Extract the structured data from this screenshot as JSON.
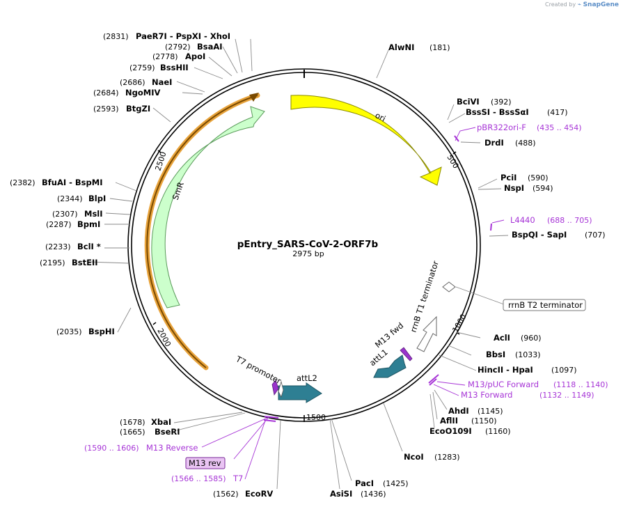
{
  "header": {
    "created_by": "Created by",
    "brand": "SnapGene"
  },
  "plasmid": {
    "name": "pEntry_SARS-CoV-2-ORF7b",
    "length_label": "2975 bp",
    "ticks": [
      "500",
      "1000",
      "1500",
      "2000",
      "2500"
    ]
  },
  "features": [
    {
      "label": "ori",
      "color": "#ffff00"
    },
    {
      "label": "SmR",
      "color": "#ccffcc"
    },
    {
      "label": "attL1",
      "color": "#2e7f93"
    },
    {
      "label": "attL2",
      "color": "#2e7f93"
    },
    {
      "label": "M13 fwd",
      "color": "#9933cc"
    },
    {
      "label": "T7 promoter",
      "color": "#ffffff"
    },
    {
      "label": "rrnB T1 terminator",
      "color": "#ffffff"
    },
    {
      "label": "rrnB T2 terminator",
      "color": "#ffffff"
    }
  ],
  "enzymes": [
    {
      "name": "AlwNI",
      "pos": "(181)"
    },
    {
      "name": "BciVI",
      "pos": "(392)"
    },
    {
      "name": "BssSI  -  BssSαI",
      "pos": "(417)"
    },
    {
      "name": "DrdI",
      "pos": "(488)"
    },
    {
      "name": "PciI",
      "pos": "(590)"
    },
    {
      "name": "NspI",
      "pos": "(594)"
    },
    {
      "name": "BspQI  -  SapI",
      "pos": "(707)"
    },
    {
      "name": "AclI",
      "pos": "(960)"
    },
    {
      "name": "BbsI",
      "pos": "(1033)"
    },
    {
      "name": "HincII  -  HpaI",
      "pos": "(1097)"
    },
    {
      "name": "AhdI",
      "pos": "(1145)"
    },
    {
      "name": "AflII",
      "pos": "(1150)"
    },
    {
      "name": "EcoO109I",
      "pos": "(1160)"
    },
    {
      "name": "NcoI",
      "pos": "(1283)"
    },
    {
      "name": "PacI",
      "pos": "(1425)"
    },
    {
      "name": "AsiSI",
      "pos": "(1436)"
    },
    {
      "name": "EcoRV",
      "pos": "(1562)"
    },
    {
      "name": "BseRI",
      "pos": "(1665)"
    },
    {
      "name": "XbaI",
      "pos": "(1678)"
    },
    {
      "name": "BspHI",
      "pos": "(2035)"
    },
    {
      "name": "BstEII",
      "pos": "(2195)"
    },
    {
      "name": "BclI *",
      "pos": "(2233)"
    },
    {
      "name": "BpmI",
      "pos": "(2287)"
    },
    {
      "name": "MslI",
      "pos": "(2307)"
    },
    {
      "name": "BlpI",
      "pos": "(2344)"
    },
    {
      "name": "BfuAI  -  BspMI",
      "pos": "(2382)"
    },
    {
      "name": "BtgZI",
      "pos": "(2593)"
    },
    {
      "name": "NgoMIV",
      "pos": "(2684)"
    },
    {
      "name": "NaeI",
      "pos": "(2686)"
    },
    {
      "name": "BssHII",
      "pos": "(2759)"
    },
    {
      "name": "ApoI",
      "pos": "(2778)"
    },
    {
      "name": "BsaAI",
      "pos": "(2792)"
    },
    {
      "name": "PaeR7I  -  PspXI  -  XhoI",
      "pos": "(2831)"
    }
  ],
  "primers": [
    {
      "name": "pBR322ori-F",
      "range": "(435 .. 454)"
    },
    {
      "name": "L4440",
      "range": "(688 .. 705)"
    },
    {
      "name": "M13/pUC Forward",
      "range": "(1118 .. 1140)"
    },
    {
      "name": "M13 Forward",
      "range": "(1132 .. 1149)"
    },
    {
      "name": "M13 Reverse",
      "range": "(1590 .. 1606)"
    },
    {
      "name": "T7",
      "range": "(1566 .. 1585)"
    },
    {
      "name": "M13 rev",
      "range": ""
    }
  ],
  "colors": {
    "primer": "#a633d6",
    "selection": "#e8a33b"
  }
}
